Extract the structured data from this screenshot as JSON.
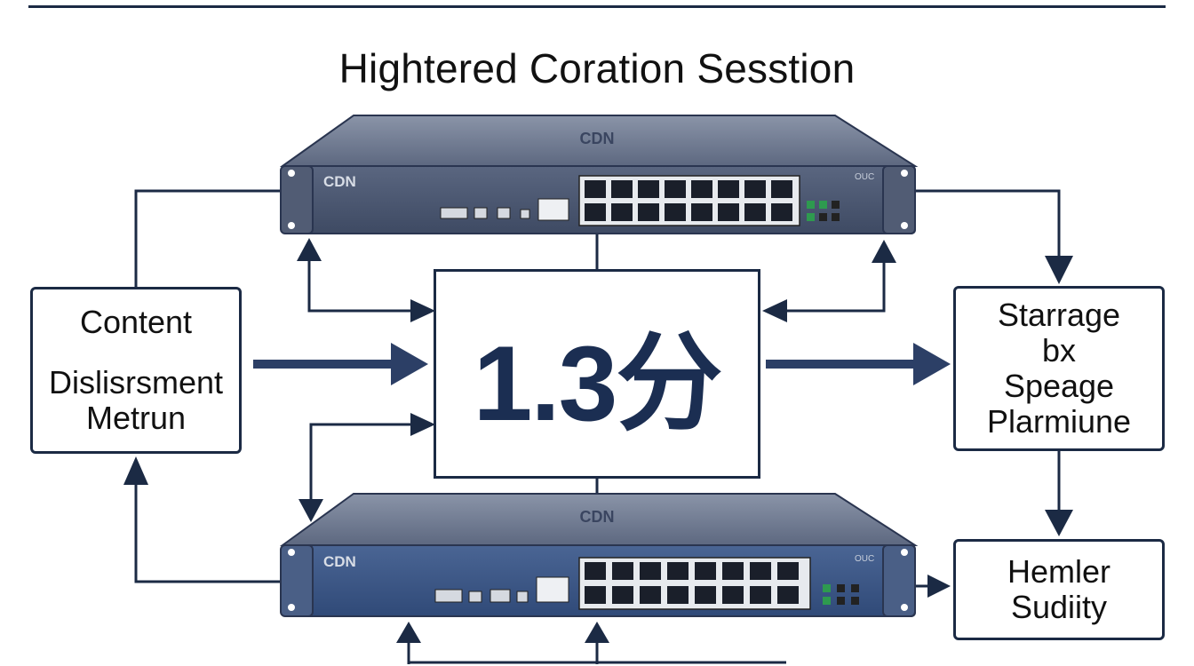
{
  "title": "Hightered Coration Sesstion",
  "center_value": "1.3分",
  "left_box": {
    "line1": "Content",
    "line2": "Dislisrsment",
    "line3": "Metrun"
  },
  "right_box_top": {
    "line1": "Starrage",
    "line2": "bx",
    "line3": "Speage",
    "line4": "Plarmiune"
  },
  "right_box_bottom": {
    "line1": "Hemler",
    "line2": "Sudiity"
  },
  "devices": {
    "top": {
      "top_label": "CDN",
      "front_label": "CDN",
      "model": "OUC"
    },
    "bottom": {
      "top_label": "CDN",
      "front_label": "CDN",
      "model": "OUC"
    }
  },
  "colors": {
    "stroke": "#1b2a44",
    "accent": "#1b2e52",
    "chassis_top": "#6d7891",
    "front_top": "#4a5670",
    "front_bottom": "#3c5582",
    "led": "#2e9a4f"
  }
}
